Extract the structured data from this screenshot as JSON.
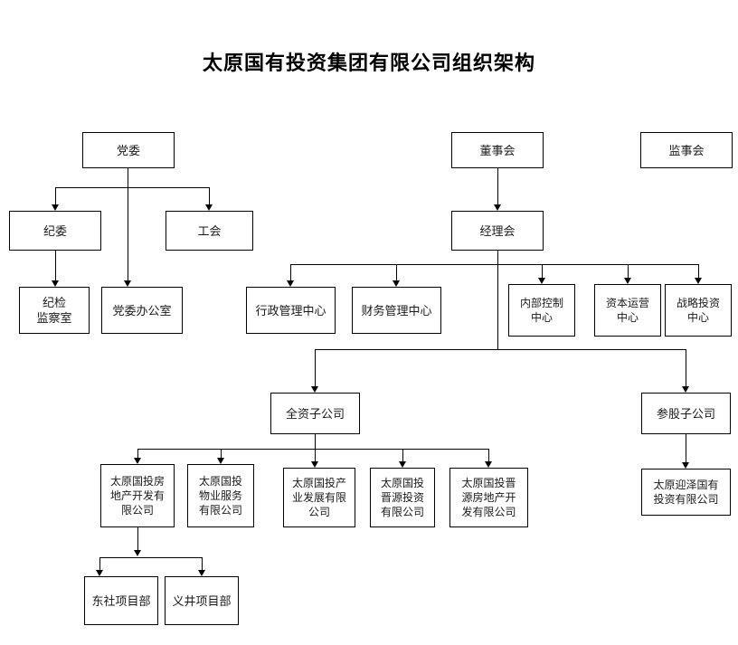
{
  "document": {
    "title": "太原国有投资集团有限公司组织架构"
  },
  "nodes": {
    "party_committee": "党委",
    "discipline_committee": "纪委",
    "labor_union": "工会",
    "discipline_inspection_office": "纪检\n监察室",
    "party_committee_office": "党委办公室",
    "board_of_directors": "董事会",
    "board_of_supervisors": "监事会",
    "managers_meeting": "经理会",
    "admin_management_center": "行政管理中心",
    "finance_management_center": "财务管理中心",
    "internal_control_center": "内部控制\n中心",
    "capital_operation_center": "资本运营\n中心",
    "strategic_investment_center": "战略投资\n中心",
    "wholly_owned_subsidiaries": "全资子公司",
    "equity_participation_subsidiaries": "参股子公司",
    "real_estate_development": "太原国投房\n地产开发有\n限公司",
    "property_service": "太原国投\n物业服务\n有限公司",
    "industrial_development": "太原国投产\n业发展有限\n公司",
    "jinyuan_investment": "太原国投\n晋源投资\n有限公司",
    "jinyuan_real_estate": "太原国投晋\n源房地产开\n发有限公司",
    "yingze_state_investment": "太原迎泽国有\n投资有限公司",
    "dongshe_project_dept": "东社项目部",
    "yijing_project_dept": "义井项目部"
  },
  "colors": {
    "background": "#ffffff",
    "border": "#000000",
    "text": "#1a1a1a",
    "title_text": "#000000"
  },
  "chart_data": {
    "type": "diagram",
    "title": "太原国有投资集团有限公司组织架构",
    "diagram_kind": "organizational-chart",
    "levels": [
      {
        "level": 1,
        "items": [
          "党委",
          "董事会",
          "监事会"
        ]
      },
      {
        "level": 2,
        "items": [
          "纪委",
          "工会",
          "经理会"
        ]
      },
      {
        "level": 3,
        "items": [
          "纪检监察室",
          "党委办公室",
          "行政管理中心",
          "财务管理中心",
          "内部控制中心",
          "资本运营中心",
          "战略投资中心"
        ]
      },
      {
        "level": 4,
        "items": [
          "全资子公司",
          "参股子公司"
        ]
      },
      {
        "level": 5,
        "items": [
          "太原国投房地产开发有限公司",
          "太原国投物业服务有限公司",
          "太原国投产业发展有限公司",
          "太原国投晋源投资有限公司",
          "太原国投晋源房地产开发有限公司",
          "太原迎泽国有投资有限公司"
        ]
      },
      {
        "level": 6,
        "items": [
          "东社项目部",
          "义井项目部"
        ]
      }
    ],
    "edges": [
      {
        "from": "党委",
        "to": "纪委"
      },
      {
        "from": "党委",
        "to": "工会"
      },
      {
        "from": "党委",
        "to": "党委办公室"
      },
      {
        "from": "纪委",
        "to": "纪检监察室"
      },
      {
        "from": "董事会",
        "to": "经理会"
      },
      {
        "from": "经理会",
        "to": "行政管理中心"
      },
      {
        "from": "经理会",
        "to": "财务管理中心"
      },
      {
        "from": "经理会",
        "to": "内部控制中心"
      },
      {
        "from": "经理会",
        "to": "资本运营中心"
      },
      {
        "from": "经理会",
        "to": "战略投资中心"
      },
      {
        "from": "经理会",
        "to": "全资子公司"
      },
      {
        "from": "经理会",
        "to": "参股子公司"
      },
      {
        "from": "全资子公司",
        "to": "太原国投房地产开发有限公司"
      },
      {
        "from": "全资子公司",
        "to": "太原国投物业服务有限公司"
      },
      {
        "from": "全资子公司",
        "to": "太原国投产业发展有限公司"
      },
      {
        "from": "全资子公司",
        "to": "太原国投晋源投资有限公司"
      },
      {
        "from": "全资子公司",
        "to": "太原国投晋源房地产开发有限公司"
      },
      {
        "from": "参股子公司",
        "to": "太原迎泽国有投资有限公司"
      },
      {
        "from": "太原国投房地产开发有限公司",
        "to": "东社项目部"
      },
      {
        "from": "太原国投房地产开发有限公司",
        "to": "义井项目部"
      }
    ],
    "notes": "Monochrome box-and-arrow organizational hierarchy chart with downward arrowheads on each edge."
  }
}
